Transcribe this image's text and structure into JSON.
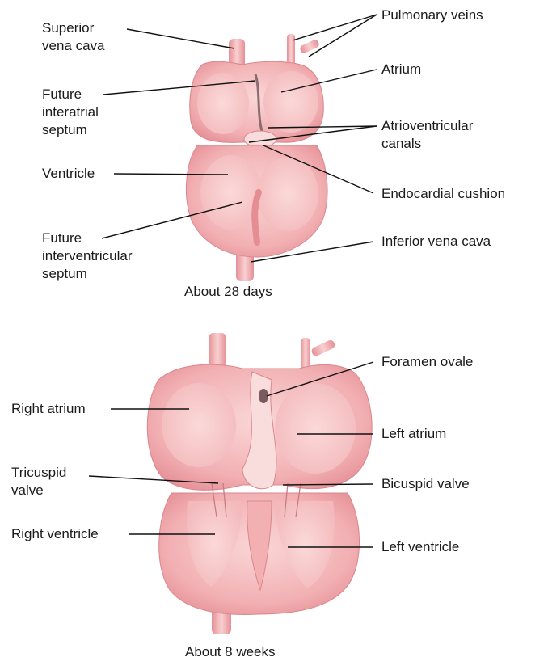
{
  "diagram_1": {
    "caption": "About 28 days",
    "labels": {
      "superior_vena_cava": [
        "Superior",
        "vena cava"
      ],
      "pulmonary_veins": "Pulmonary veins",
      "atrium": "Atrium",
      "future_interatrial_septum": [
        "Future",
        "interatrial",
        "septum"
      ],
      "atrioventricular_canals": [
        "Atrioventricular",
        "canals"
      ],
      "ventricle": "Ventricle",
      "endocardial_cushion": "Endocardial cushion",
      "future_interventricular_septum": [
        "Future",
        "interventricular",
        "septum"
      ],
      "inferior_vena_cava": "Inferior vena cava"
    }
  },
  "diagram_2": {
    "caption": "About 8 weeks",
    "labels": {
      "foramen_ovale": "Foramen ovale",
      "right_atrium": "Right atrium",
      "left_atrium": "Left atrium",
      "tricuspid_valve": [
        "Tricuspid",
        "valve"
      ],
      "bicuspid_valve": "Bicuspid valve",
      "right_ventricle": "Right ventricle",
      "left_ventricle": "Left ventricle"
    }
  },
  "colors": {
    "tissue": "#f4b7b9",
    "tissue_dark": "#e8959a",
    "cavity": "#f7c9ca",
    "background": "#ffffff"
  }
}
